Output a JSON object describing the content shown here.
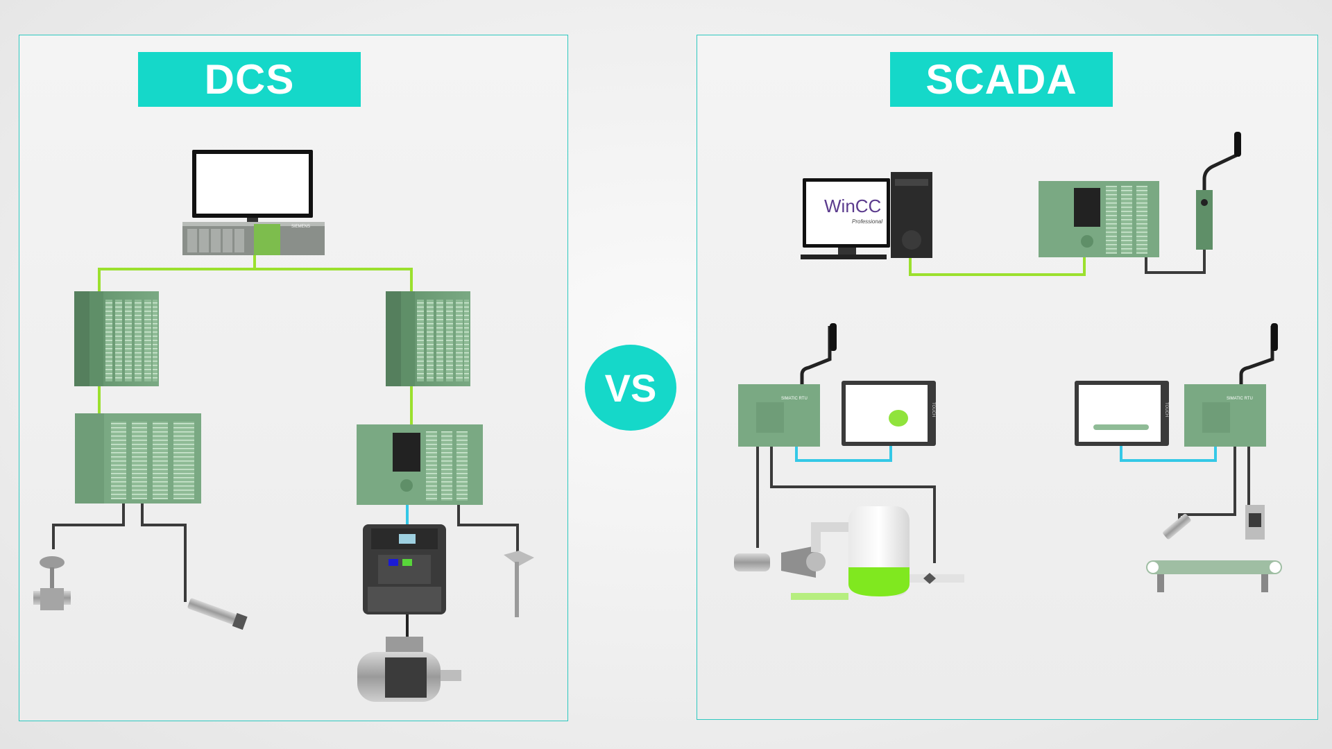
{
  "dcs": {
    "title": "DCS"
  },
  "scada": {
    "title": "SCADA"
  },
  "vs_label": "VS",
  "brand_label": "SIEMENS",
  "wincc": {
    "title": "WinCC",
    "subtitle": "Professional"
  },
  "rtu_label": "SIMATIC RTU",
  "hmi_label": "TOUCH",
  "colors": {
    "accent": "#15d8c9",
    "profinet_line": "#9be02e",
    "hmi_line": "#34c8e6",
    "signal_cable": "#3a3a3a",
    "plc_green": "#6a9a72"
  }
}
